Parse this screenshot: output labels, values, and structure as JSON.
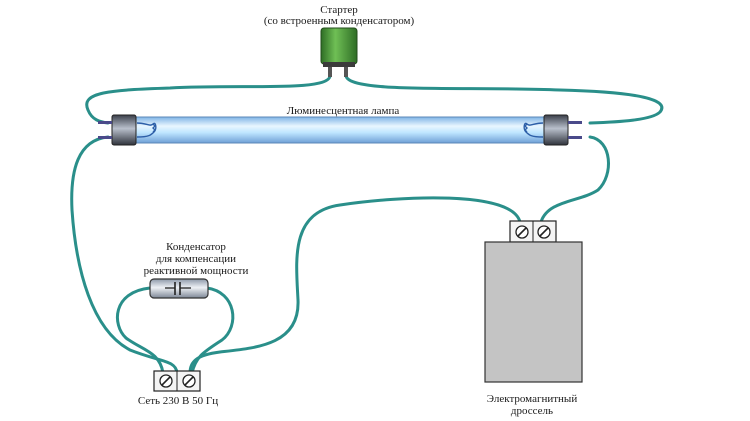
{
  "labels": {
    "starter_title": "Стартер",
    "starter_subtitle": "(со встроенным конденсатором)",
    "lamp": "Люминесцентная лампа",
    "capacitor_line1": "Конденсатор",
    "capacitor_line2": "для компенсации",
    "capacitor_line3": "реактивной мощности",
    "mains": "Сеть 230 В 50 Гц",
    "choke_line1": "Электромагнитный",
    "choke_line2": "дроссель"
  },
  "colors": {
    "wire": "#2a8f8a",
    "starter": "#4f9a3c",
    "lamp_glow": "#bfe6ff",
    "choke_body": "#c4c4c4",
    "background": "#ffffff"
  },
  "icons": {
    "starter": "starter-component-icon",
    "lamp": "fluorescent-tube-icon",
    "capacitor": "capacitor-icon",
    "terminal": "screw-terminal-icon",
    "choke": "choke-inductor-icon"
  }
}
